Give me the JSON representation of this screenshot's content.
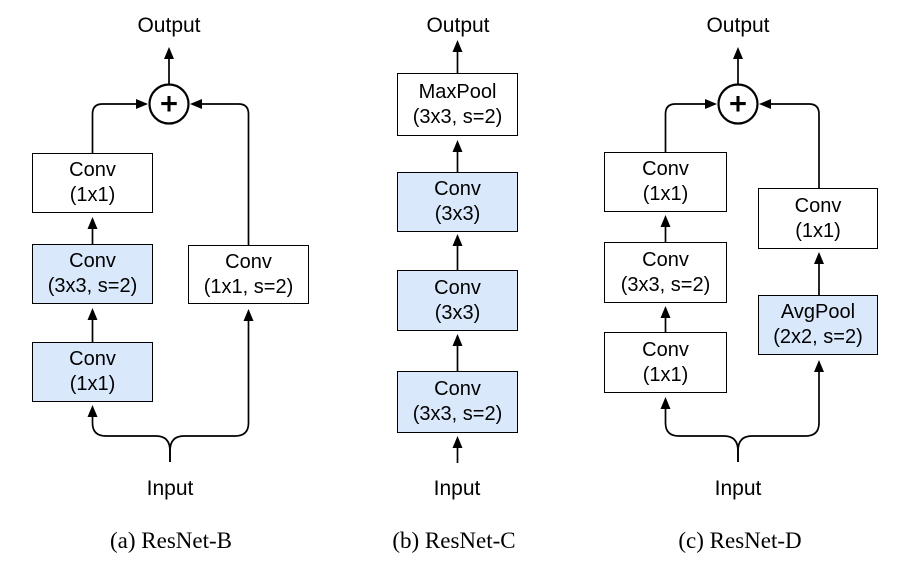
{
  "figure": {
    "colors": {
      "highlight_fill": "#dae8fc",
      "box_fill": "#ffffff",
      "line": "#000000"
    },
    "symbols": {
      "plus": "+"
    },
    "diagrams": [
      {
        "caption": "(a) ResNet-B",
        "output_label": "Output",
        "input_label": "Input",
        "boxes": [
          {
            "name": "Conv",
            "params": "(1x1)"
          },
          {
            "name": "Conv",
            "params": "(3x3, s=2)"
          },
          {
            "name": "Conv",
            "params": "(1x1)"
          },
          {
            "name": "Conv",
            "params": "(1x1, s=2)"
          }
        ]
      },
      {
        "caption": "(b) ResNet-C",
        "output_label": "Output",
        "input_label": "Input",
        "boxes": [
          {
            "name": "MaxPool",
            "params": "(3x3, s=2)"
          },
          {
            "name": "Conv",
            "params": "(3x3)"
          },
          {
            "name": "Conv",
            "params": "(3x3)"
          },
          {
            "name": "Conv",
            "params": "(3x3, s=2)"
          }
        ]
      },
      {
        "caption": "(c) ResNet-D",
        "output_label": "Output",
        "input_label": "Input",
        "boxes": [
          {
            "name": "Conv",
            "params": "(1x1)"
          },
          {
            "name": "Conv",
            "params": "(3x3, s=2)"
          },
          {
            "name": "Conv",
            "params": "(1x1)"
          },
          {
            "name": "Conv",
            "params": "(1x1)"
          },
          {
            "name": "AvgPool",
            "params": "(2x2, s=2)"
          }
        ]
      }
    ]
  }
}
